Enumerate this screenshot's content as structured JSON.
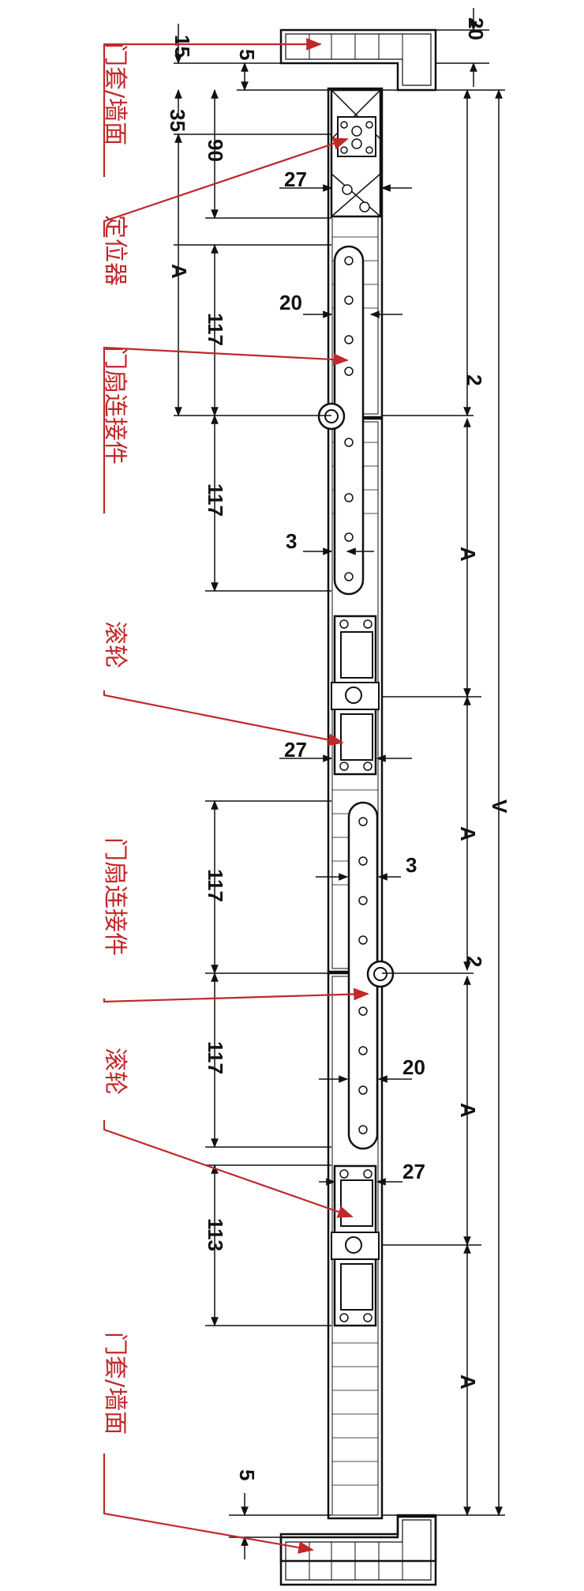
{
  "labels": {
    "frame_top": "门套/墙面",
    "locator": "定位器",
    "connector_1": "门扇连接件",
    "roller_1": "滚轮",
    "connector_2": "门扇连接件",
    "roller_2": "滚轮",
    "frame_bottom": "门套/墙面"
  },
  "dims": {
    "d15": "15",
    "d20_top": "20",
    "d5_top": "5",
    "d35": "35",
    "d90": "90",
    "d27_a": "27",
    "dA_left": "A",
    "d20_a": "20",
    "d117_a": "117",
    "d2_a": "2",
    "d117_b": "117",
    "d3_a": "3",
    "dA_1": "A",
    "d27_b": "27",
    "dV": "V",
    "dA_2": "A",
    "d117_c": "117",
    "d3_b": "3",
    "d2_b": "2",
    "d117_d": "117",
    "d20_b": "20",
    "dA_3": "A",
    "d27_c": "27",
    "d113": "113",
    "dA_4": "A",
    "d5_bottom": "5"
  },
  "colors": {
    "line": "#111111",
    "annotation": "#c0282a"
  }
}
